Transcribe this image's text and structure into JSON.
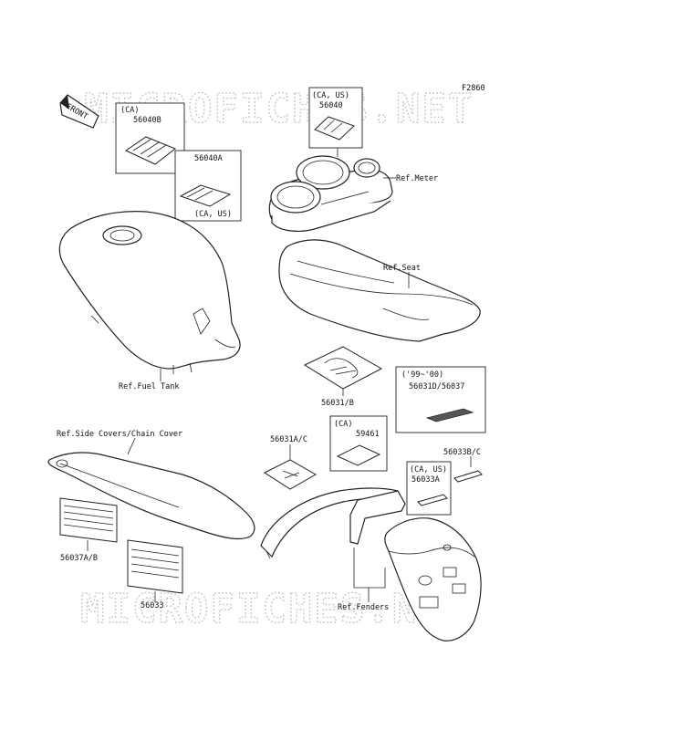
{
  "diagram_code": "F2860",
  "watermark": "MICROFICHES.NET",
  "front_arrow": "FRONT",
  "icons": [
    "front-arrow-icon"
  ],
  "callouts": {
    "p56040b_region": "(CA)",
    "p56040b": "56040B",
    "p56040a": "56040A",
    "p56040a_region": "(CA, US)",
    "p56040_region": "(CA, US)",
    "p56040": "56040",
    "ref_meter": "Ref.Meter",
    "ref_seat": "Ref.Seat",
    "ref_fuel_tank": "Ref.Fuel Tank",
    "p56031b": "56031/B",
    "p56031d_year": "('99~'00)",
    "p56031d": "56031D/56037",
    "ref_side_covers": "Ref.Side Covers/Chain Cover",
    "p56031ac": "56031A/C",
    "p59461_region": "(CA)",
    "p59461": "59461",
    "p56033bc": "56033B/C",
    "p56033a_region": "(CA, US)",
    "p56033a": "56033A",
    "p56037ab": "56037A/B",
    "p56033": "56033",
    "ref_fenders": "Ref.Fenders"
  }
}
